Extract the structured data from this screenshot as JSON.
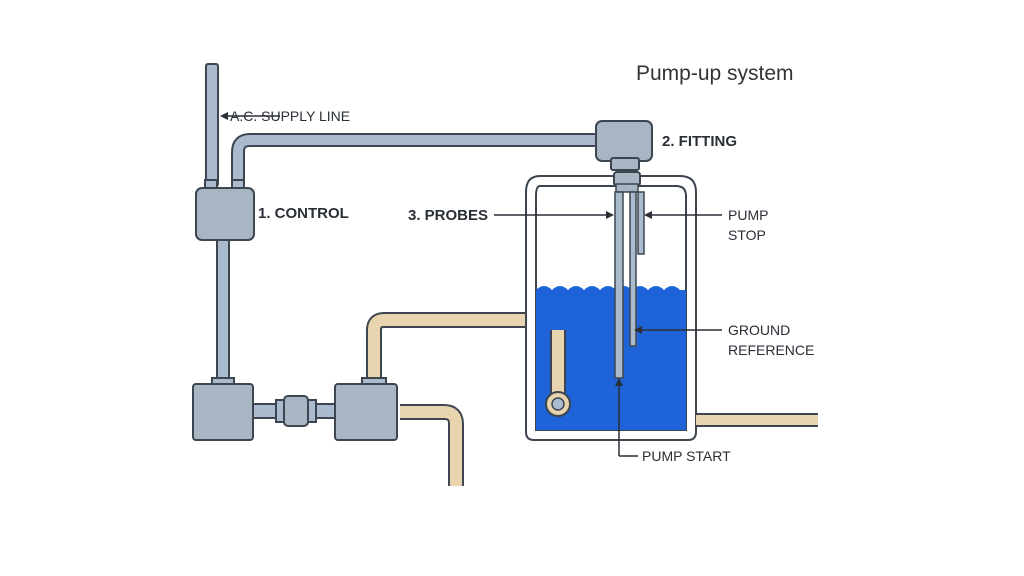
{
  "title": "Pump-up system",
  "labels": {
    "ac_supply": "A.C. SUPPLY LINE",
    "control": "1. CONTROL",
    "fitting": "2. FITTING",
    "probes": "3. PROBES",
    "pump_stop_1": "PUMP",
    "pump_stop_2": "STOP",
    "ground_1": "GROUND",
    "ground_2": "REFERENCE",
    "pump_start": "PUMP START"
  },
  "colors": {
    "conduit": "#a9bbcc",
    "outline": "#3d4650",
    "box": "#a8b6c4",
    "water": "#1e64d8",
    "pipe": "#e8d4ae",
    "tank": "#ffffff",
    "leader": "#2a2f36"
  }
}
